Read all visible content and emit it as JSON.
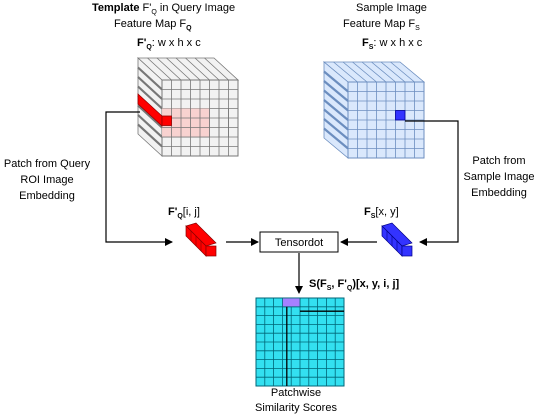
{
  "query_block": {
    "title_line1_bold": "Template",
    "title_line1_rest": " F'",
    "title_line1_sub": "Q",
    "title_line1_tail": " in Query Image",
    "title_line2": "Feature Map F",
    "title_line2_sub": "Q",
    "dims_prefix": "F'",
    "dims_sub": "Q",
    "dims_text": ": w x h x c"
  },
  "sample_block": {
    "title_line1": "Sample Image",
    "title_line2": "Feature Map F",
    "title_line2_sub": "S",
    "dims_prefix": "F",
    "dims_sub": "S",
    "dims_text": ": w x h x c"
  },
  "left_label": {
    "line1": "Patch from Query",
    "line2": "ROI Image",
    "line3": "Embedding"
  },
  "right_label": {
    "line1": "Patch from",
    "line2": "Sample Image",
    "line3": "Embedding"
  },
  "query_patch_label": {
    "prefix": "F'",
    "sub": "Q",
    "suffix": "[i, j]"
  },
  "sample_patch_label": {
    "prefix": "F",
    "sub": "S",
    "suffix": "[x, y]"
  },
  "tensordot": {
    "label": "Tensordot"
  },
  "score_label": {
    "prefix": "S(F",
    "sub1": "S",
    "mid": ", F'",
    "sub2": "Q",
    "suffix": ")[x, y, i, j]"
  },
  "output_label": {
    "line1": "Patchwise",
    "line2": "Similarity Scores"
  },
  "colors": {
    "query_cube_face": "#f2f2f2",
    "query_cube_side": "#777777",
    "query_highlight": "#f8cecc",
    "query_patch": "#ff0000",
    "sample_cube_face": "#dae8fc",
    "sample_cube_side": "#6c8ebf",
    "sample_patch": "#3333ff",
    "score_grid": "#33e0f0",
    "score_cell": "#a680ff"
  }
}
